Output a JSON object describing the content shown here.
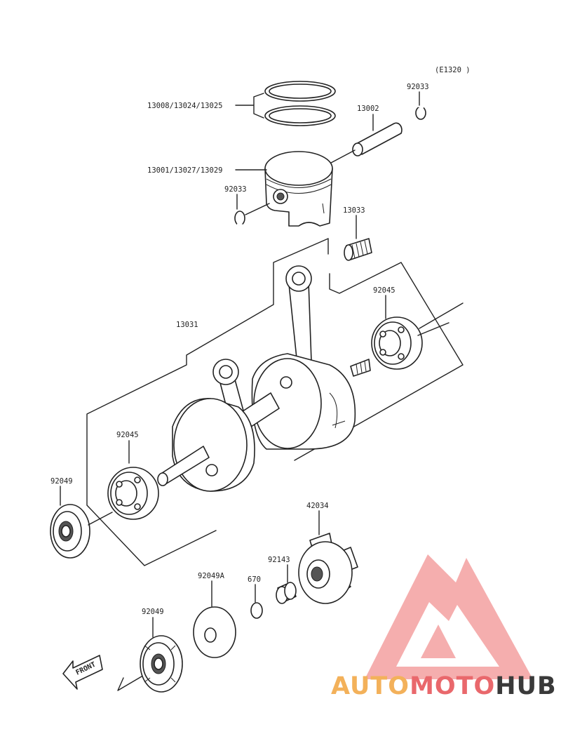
{
  "diagram": {
    "code": "(E1320 )",
    "parts": [
      {
        "id": "piston_rings",
        "label": "13008/13024/13025"
      },
      {
        "id": "piston_pin",
        "label": "13002"
      },
      {
        "id": "circlip_top",
        "label": "92033"
      },
      {
        "id": "piston",
        "label": "13001/13027/13029"
      },
      {
        "id": "circlip_left",
        "label": "92033"
      },
      {
        "id": "needle_bearing",
        "label": "13033"
      },
      {
        "id": "crankshaft",
        "label": "13031"
      },
      {
        "id": "bearing_right",
        "label": "92045"
      },
      {
        "id": "bearing_left",
        "label": "92045"
      },
      {
        "id": "oil_seal_left",
        "label": "92049"
      },
      {
        "id": "gear",
        "label": "42034"
      },
      {
        "id": "collar",
        "label": "92143"
      },
      {
        "id": "oil_seal_plate",
        "label": "92049A"
      },
      {
        "id": "o_ring",
        "label": "670"
      },
      {
        "id": "oil_seal_bottom",
        "label": "92049"
      }
    ],
    "front_label": "FRONT"
  },
  "watermark": {
    "part1": "AUTO",
    "part2": "MOTO",
    "part3": "HUB",
    "colors": {
      "orange": "#f3b15a",
      "red": "#e9686c",
      "dark": "#3a3a3a"
    }
  }
}
